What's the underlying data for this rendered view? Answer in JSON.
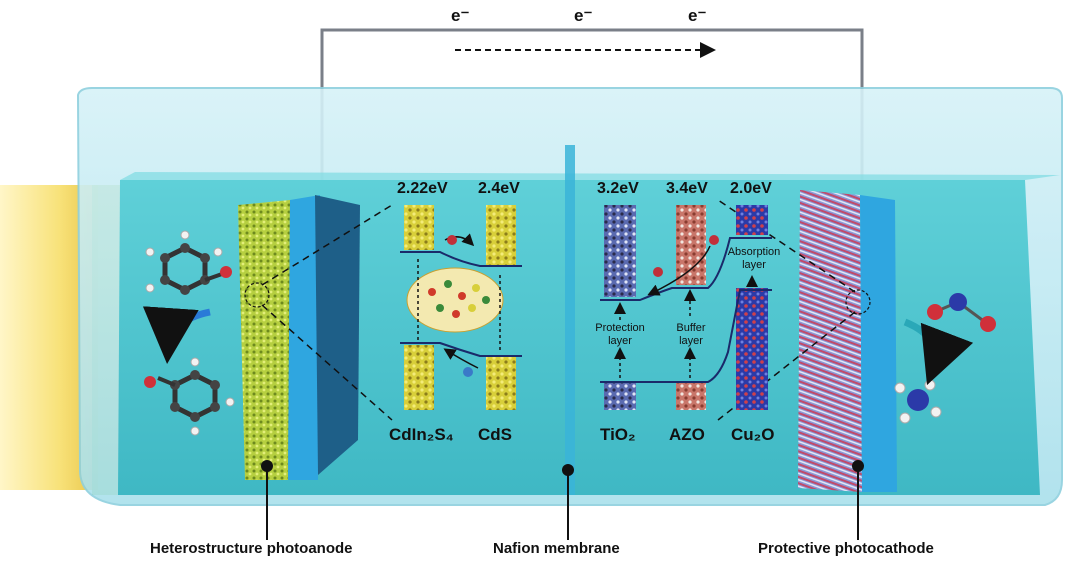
{
  "electron_labels": [
    "e⁻",
    "e⁻",
    "e⁻"
  ],
  "anode": {
    "band_gaps": [
      "2.22eV",
      "2.4eV"
    ],
    "materials": [
      "CdIn₂S₄",
      "CdS"
    ]
  },
  "cathode": {
    "band_gaps": [
      "3.2eV",
      "3.4eV",
      "2.0eV"
    ],
    "materials": [
      "TiO₂",
      "AZO",
      "Cu₂O"
    ],
    "layer_labels": [
      "Protection layer",
      "Buffer layer",
      "Absorption layer"
    ]
  },
  "captions": {
    "anode": "Heterostructure photoanode",
    "membrane": "Nafion membrane",
    "cathode": "Protective photocathode"
  },
  "colors": {
    "electrolyte": "#4fc9d3",
    "tank_glass": "#bfe9f2",
    "light_source": "#f7e27a",
    "wire": "#7a7f88",
    "electrode_blue": "#2fa6e0",
    "cds_crystal": "#d8cf3a",
    "cu2o_crystal": "#2b3aa8",
    "azo_crystal": "#c9766a"
  }
}
